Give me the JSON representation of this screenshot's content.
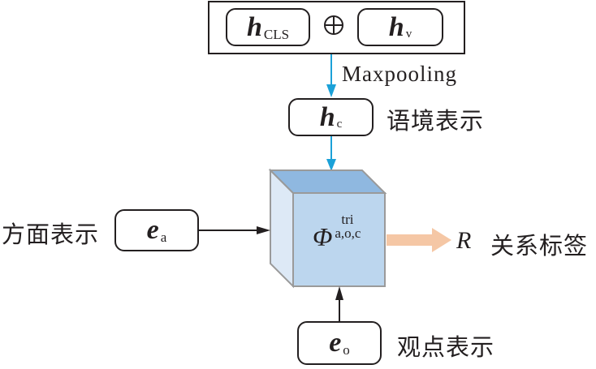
{
  "top_group": {
    "left_node": {
      "symbol": "h",
      "subscript": "CLS"
    },
    "operator": "⊕",
    "right_node": {
      "symbol": "h",
      "subscript": "v"
    }
  },
  "pooling_label": "Maxpooling",
  "context_node": {
    "symbol": "h",
    "subscript": "c",
    "label": "语境表示"
  },
  "aspect_node": {
    "symbol": "e",
    "subscript": "a",
    "label": "方面表示"
  },
  "opinion_node": {
    "symbol": "e",
    "subscript": "o",
    "label": "观点表示"
  },
  "cube": {
    "symbol": "Φ",
    "superscript": "tri",
    "subscript": "a,o,c"
  },
  "output": {
    "symbol": "R",
    "label": "关系标签"
  },
  "colors": {
    "cyan_arrow": "#1ba1d8",
    "black_arrow": "#231f20",
    "output_arrow": "#f5c7a5",
    "cube_front": "#bcd6ee",
    "cube_top": "#8fb8e0",
    "cube_side": "#dde9f6",
    "cube_edge": "#9a9a9a"
  }
}
